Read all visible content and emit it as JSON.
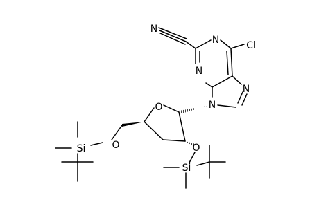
{
  "diagram": {
    "type": "chemical-structure",
    "atom_labels": {
      "n_nitrile": "N",
      "n1": "N",
      "n3": "N",
      "n7": "N",
      "n9": "N",
      "cl": "Cl",
      "o_ring": "O",
      "o_5prime": "O",
      "o_2prime": "O",
      "si_left": "Si",
      "si_right": "Si"
    },
    "colors": {
      "ink": "#000000",
      "background": "#ffffff"
    }
  }
}
